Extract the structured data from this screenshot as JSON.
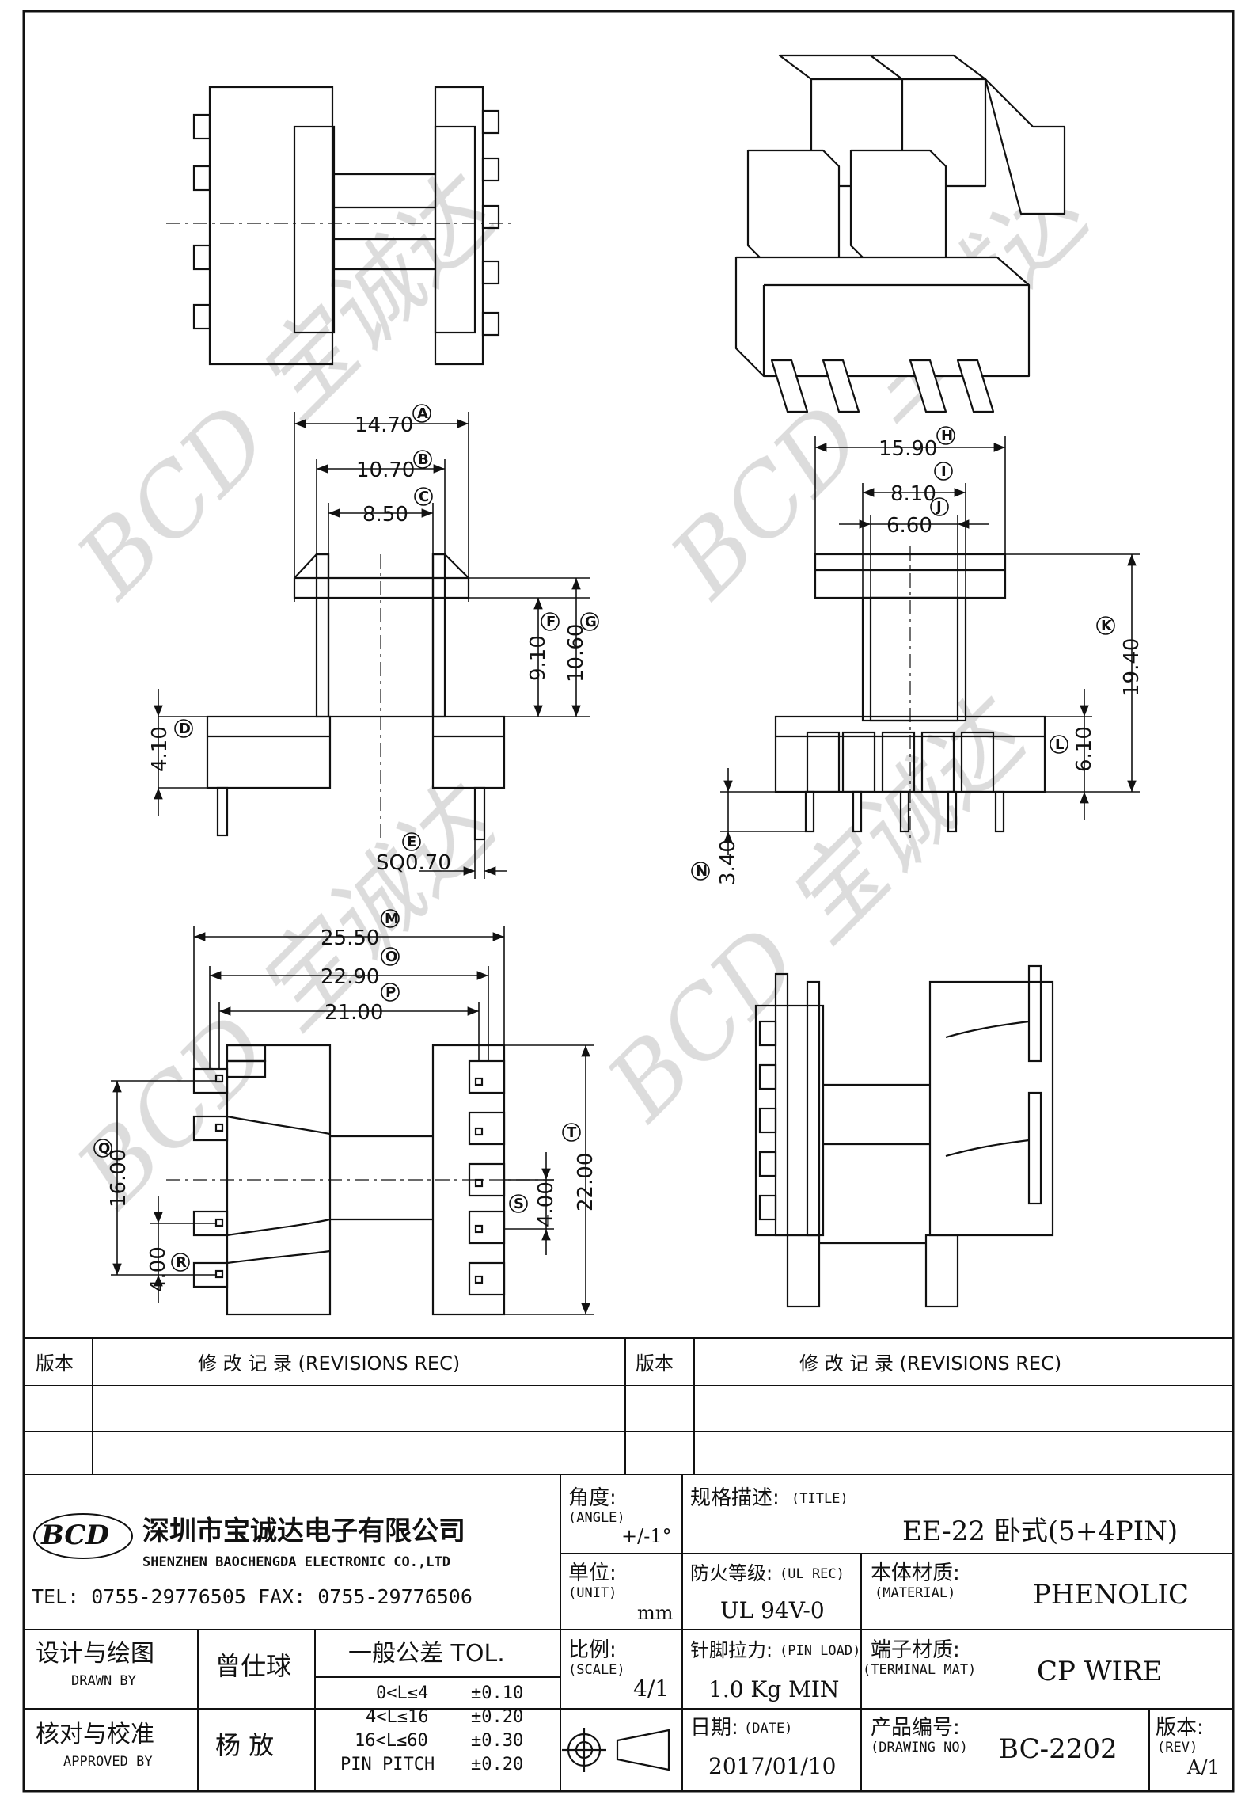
{
  "company": {
    "logo_text": "BCD",
    "name_cn": "深圳市宝诚达电子有限公司",
    "name_en": "SHENZHEN BAOCHENGDA ELECTRONIC CO.,LTD",
    "contact": "TEL: 0755-29776505  FAX: 0755-29776506"
  },
  "watermark": "BCD 宝诚达",
  "revision_table": {
    "col_version": "版本",
    "col_record": "修 改 记 录  (REVISIONS REC)"
  },
  "title_block": {
    "angle_label": "角度:",
    "angle_label_en": "(ANGLE)",
    "angle_value": "+/-1°",
    "title_label": "规格描述:",
    "title_label_en": "(TITLE)",
    "title_value": "EE-22 卧式(5+4PIN)",
    "unit_label": "单位:",
    "unit_label_en": "(UNIT)",
    "unit_value": "mm",
    "fire_label": "防火等级:",
    "fire_label_en": "(UL REC)",
    "fire_value": "UL 94V-0",
    "material_label": "本体材质:",
    "material_label_en": "(MATERIAL)",
    "material_value": "PHENOLIC",
    "drawn_label": "设计与绘图",
    "drawn_label_en": "DRAWN BY",
    "drawn_value": "曾仕球",
    "tol_label": "一般公差  TOL.",
    "tol_rows": [
      {
        "range": "0<L≤4",
        "tol": "±0.10"
      },
      {
        "range": "4<L≤16",
        "tol": "±0.20"
      },
      {
        "range": "16<L≤60",
        "tol": "±0.30"
      },
      {
        "range": "PIN PITCH",
        "tol": "±0.20"
      }
    ],
    "scale_label": "比例:",
    "scale_label_en": "(SCALE)",
    "scale_value": "4/1",
    "pinload_label": "针脚拉力:",
    "pinload_label_en": "(PIN LOAD)",
    "pinload_value": "1.0 Kg MIN",
    "terminal_label": "端子材质:",
    "terminal_label_en": "(TERMINAL MAT)",
    "terminal_value": "CP WIRE",
    "approved_label": "核对与校准",
    "approved_label_en": "APPROVED BY",
    "approved_value": "杨  放",
    "date_label": "日期:",
    "date_label_en": "(DATE)",
    "date_value": "2017/01/10",
    "drawing_no_label": "产品编号:",
    "drawing_no_label_en": "(DRAWING NO)",
    "drawing_no_value": "BC-2202",
    "rev_label": "版本:",
    "rev_label_en": "(REV)",
    "rev_value": "A/1"
  },
  "dimensions": {
    "A": {
      "label": "A",
      "value": "14.70"
    },
    "B": {
      "label": "B",
      "value": "10.70"
    },
    "C": {
      "label": "C",
      "value": "8.50"
    },
    "D": {
      "label": "D",
      "value": "4.10"
    },
    "E": {
      "label": "E",
      "value": "SQ0.70"
    },
    "F": {
      "label": "F",
      "value": "9.10"
    },
    "G": {
      "label": "G",
      "value": "10.60"
    },
    "H": {
      "label": "H",
      "value": "15.90"
    },
    "I": {
      "label": "I",
      "value": "8.10"
    },
    "J": {
      "label": "J",
      "value": "6.60"
    },
    "K": {
      "label": "K",
      "value": "19.40"
    },
    "L": {
      "label": "L",
      "value": "6.10"
    },
    "M": {
      "label": "M",
      "value": "25.50"
    },
    "N": {
      "label": "N",
      "value": "3.40"
    },
    "O": {
      "label": "O",
      "value": "22.90"
    },
    "P": {
      "label": "P",
      "value": "21.00"
    },
    "Q": {
      "label": "Q",
      "value": "16.00"
    },
    "R": {
      "label": "R",
      "value": "4.00"
    },
    "S": {
      "label": "S",
      "value": "4.00"
    },
    "T": {
      "label": "T",
      "value": "22.00"
    }
  }
}
